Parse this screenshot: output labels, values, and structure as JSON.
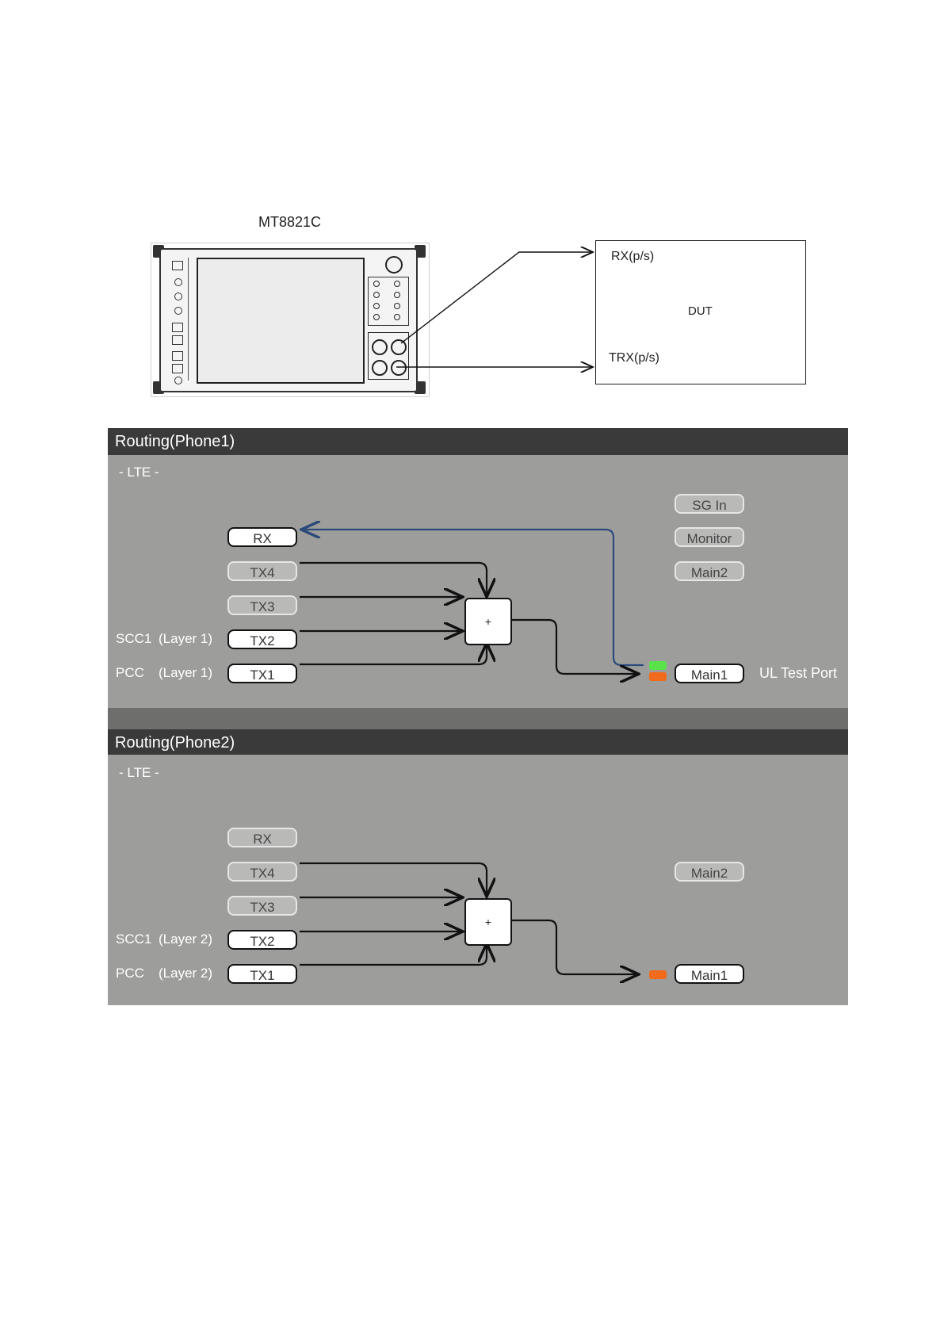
{
  "setup": {
    "instrument_name": "MT8821C",
    "dut_label": "DUT",
    "dut_ports": [
      "RX(p/s)",
      "TRX(p/s)"
    ]
  },
  "routing_panels": [
    {
      "title": "Routing(Phone1)",
      "mode": "- LTE -",
      "ports_left": [
        {
          "label": "RX",
          "state": "active"
        },
        {
          "label": "TX4",
          "state": "idle"
        },
        {
          "label": "TX3",
          "state": "idle"
        },
        {
          "label": "TX2",
          "state": "active"
        },
        {
          "label": "TX1",
          "state": "active"
        }
      ],
      "row_labels": [
        {
          "name": "SCC1",
          "layer": "(Layer 1)"
        },
        {
          "name": "PCC",
          "layer": "(Layer 1)"
        }
      ],
      "combiner_symbol": "+",
      "ports_right": [
        {
          "label": "SG In",
          "state": "idle"
        },
        {
          "label": "Monitor",
          "state": "idle"
        },
        {
          "label": "Main2",
          "state": "idle"
        },
        {
          "label": "Main1",
          "state": "active"
        }
      ],
      "main1_note": "UL Test Port",
      "colors": {
        "rx_line": "#2c4a7a",
        "tx_line": "#111111",
        "indicator_rx": "#5ae24a",
        "indicator_tx": "#f26a1b"
      }
    },
    {
      "title": "Routing(Phone2)",
      "mode": "- LTE -",
      "ports_left": [
        {
          "label": "RX",
          "state": "idle"
        },
        {
          "label": "TX4",
          "state": "idle"
        },
        {
          "label": "TX3",
          "state": "idle"
        },
        {
          "label": "TX2",
          "state": "active"
        },
        {
          "label": "TX1",
          "state": "active"
        }
      ],
      "row_labels": [
        {
          "name": "SCC1",
          "layer": "(Layer 2)"
        },
        {
          "name": "PCC",
          "layer": "(Layer 2)"
        }
      ],
      "combiner_symbol": "+",
      "ports_right": [
        {
          "label": "Main2",
          "state": "idle"
        },
        {
          "label": "Main1",
          "state": "active"
        }
      ],
      "colors": {
        "tx_line": "#111111",
        "indicator_tx": "#f26a1b"
      }
    }
  ]
}
